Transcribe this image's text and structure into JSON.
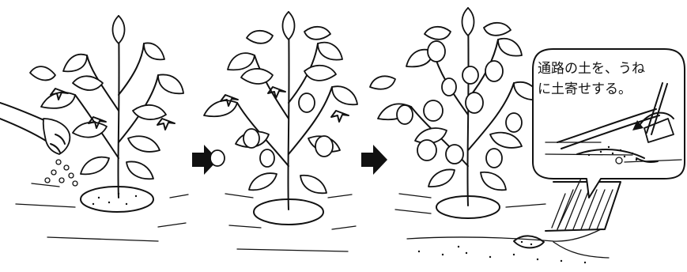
{
  "stages": [
    {
      "id": "stage-1",
      "content": "plant with flowers, fertilizer being scattered by hand"
    },
    {
      "id": "stage-2",
      "content": "plant with flowers and young fruits"
    },
    {
      "id": "stage-3",
      "content": "plant with many fruits, soil banked from the path"
    }
  ],
  "callout": {
    "line1": "通路の土を、うね",
    "line2": "に土寄せする。"
  },
  "icons": [
    "hand-icon",
    "arrow-right-icon",
    "hoe-icon",
    "curved-arrow-icon"
  ]
}
